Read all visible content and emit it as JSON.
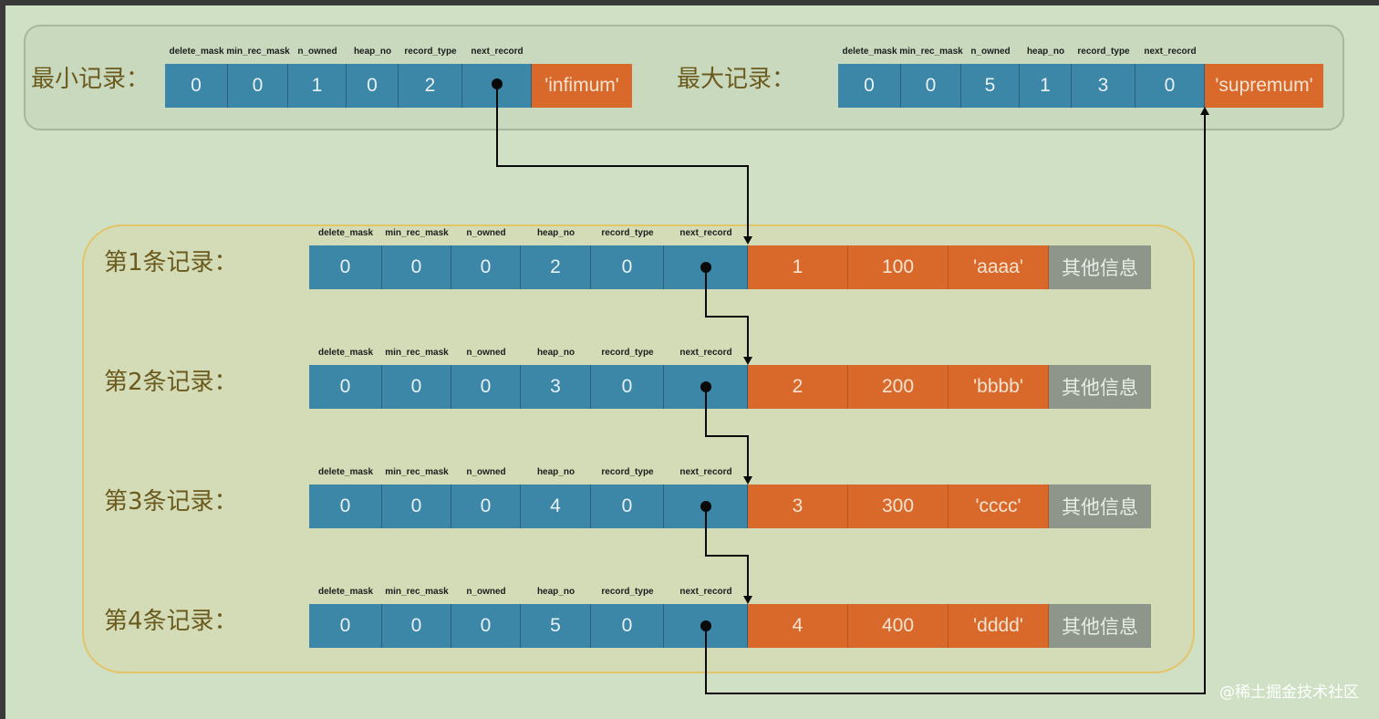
{
  "header_labels": [
    "delete_mask",
    "min_rec_mask",
    "n_owned",
    "heap_no",
    "record_type",
    "next_record"
  ],
  "infimum": {
    "label": "最小记录：",
    "values": [
      "0",
      "0",
      "1",
      "0",
      "2",
      ""
    ],
    "name": "'infimum'"
  },
  "supremum": {
    "label": "最大记录：",
    "values": [
      "0",
      "0",
      "5",
      "1",
      "3",
      "0"
    ],
    "name": "'supremum'"
  },
  "records": [
    {
      "label": "第1条记录：",
      "values": [
        "0",
        "0",
        "0",
        "2",
        "0",
        ""
      ],
      "data": [
        "1",
        "100",
        "'aaaa'"
      ],
      "other": "其他信息"
    },
    {
      "label": "第2条记录：",
      "values": [
        "0",
        "0",
        "0",
        "3",
        "0",
        ""
      ],
      "data": [
        "2",
        "200",
        "'bbbb'"
      ],
      "other": "其他信息"
    },
    {
      "label": "第3条记录：",
      "values": [
        "0",
        "0",
        "0",
        "4",
        "0",
        ""
      ],
      "data": [
        "3",
        "300",
        "'cccc'"
      ],
      "other": "其他信息"
    },
    {
      "label": "第4条记录：",
      "values": [
        "0",
        "0",
        "0",
        "5",
        "0",
        ""
      ],
      "data": [
        "4",
        "400",
        "'dddd'"
      ],
      "other": "其他信息"
    }
  ],
  "watermark": "@稀土掘金技术社区",
  "colors": {
    "header_cell": "#3c86a8",
    "data_cell": "#d9692b",
    "other_cell": "#8e968b",
    "top_panel": "#c9d9bd",
    "records_panel": "#d3dcb6",
    "records_border": "#e3c46a"
  }
}
